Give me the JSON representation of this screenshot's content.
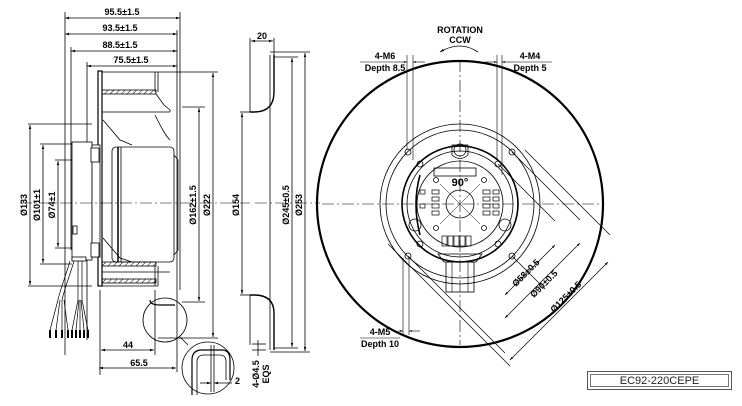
{
  "drawing": {
    "title": "EC92-220CEPE centrifugal fan dimension drawing",
    "model": "EC92-220CEPE",
    "side_view": {
      "widths": [
        "95.5±1.5",
        "93.5±1.5",
        "88.5±1.5",
        "75.5±1.5"
      ],
      "bottom_dims": [
        "44",
        "65.5"
      ],
      "diameters": [
        "Ø133",
        "Ø101±1",
        "Ø74±1",
        "Ø162±1.5",
        "Ø222"
      ],
      "detail_dim": "2"
    },
    "flange_view": {
      "top_dim": "20",
      "diameters": [
        "Ø154",
        "Ø245±0.5",
        "Ø253"
      ],
      "holes": "4-Ø4.5",
      "holes_note": "EQS"
    },
    "front_view": {
      "rotation_label": "ROTATION",
      "rotation_dir": "CCW",
      "thread_left_top": {
        "size": "4-M6",
        "depth": "Depth 8.5"
      },
      "thread_right_top": {
        "size": "4-M4",
        "depth": "Depth 5"
      },
      "thread_bottom": {
        "size": "4-M5",
        "depth": "Depth 10"
      },
      "angle": "90°",
      "pcd": [
        "Ø58±0.5",
        "Ø90±0.5",
        "Ø125±0.5"
      ]
    }
  }
}
